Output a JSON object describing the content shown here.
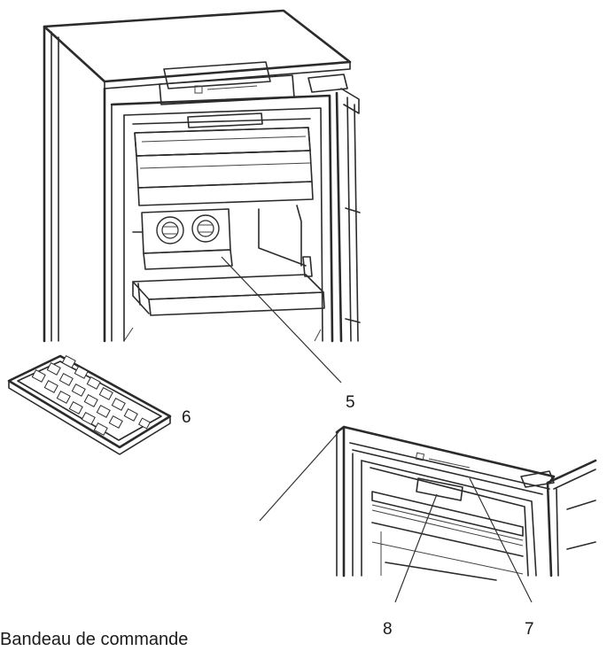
{
  "callouts": {
    "item_5": "5",
    "item_6": "6",
    "item_7": "7",
    "item_8": "8"
  },
  "caption": "Bandeau de commande"
}
